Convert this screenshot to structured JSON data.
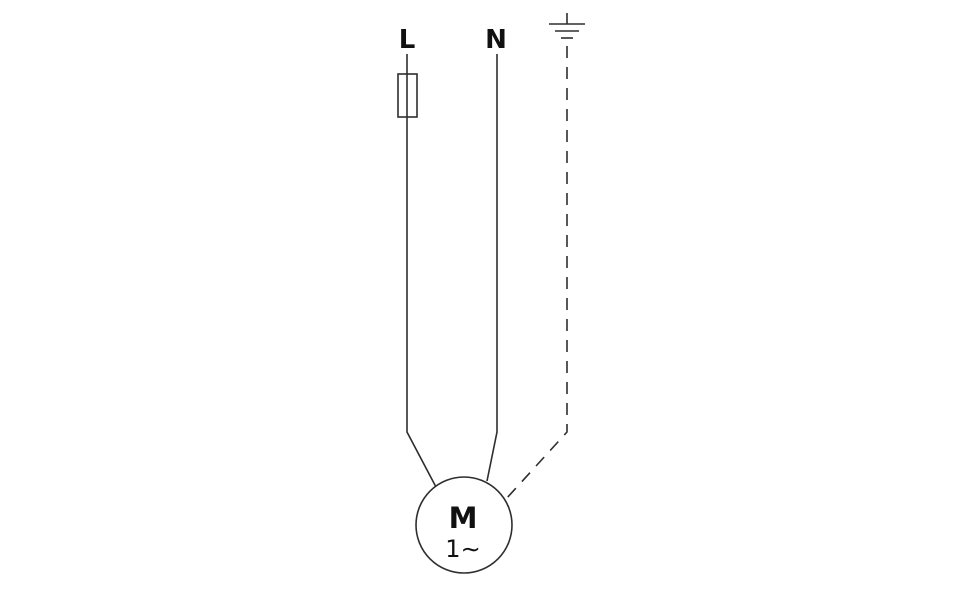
{
  "diagram": {
    "terminals": {
      "line_label": "L",
      "neutral_label": "N"
    },
    "motor": {
      "label": "M",
      "phase_label": "1∼"
    },
    "symbols": {
      "fuse": "fuse-symbol",
      "earth": "earth-ground-icon",
      "motor": "motor-circle"
    },
    "colors": {
      "stroke": "#2e2e2e",
      "text": "#111111",
      "background": "#ffffff"
    }
  }
}
